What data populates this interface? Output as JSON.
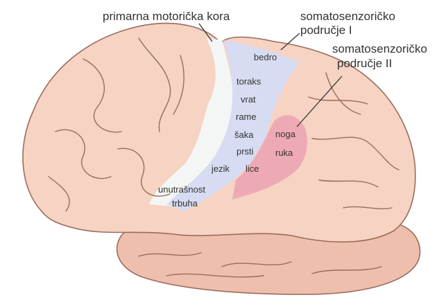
{
  "labels": {
    "primary_motor": "primarna motorička kora",
    "somato_1_line1": "somatosenzoričko",
    "somato_1_line2": "područje I",
    "somato_2_line1": "somatosenzoričko",
    "somato_2_line2": "područje II"
  },
  "body_parts": {
    "bedro": "bedro",
    "toraks": "toraks",
    "vrat": "vrat",
    "rame": "rame",
    "saka": "šaka",
    "prsti": "prsti",
    "jezik": "jezik",
    "lice": "lice",
    "noga": "noga",
    "ruka": "ruka",
    "unutrasnost": "unutrašnost",
    "trbuha": "trbuha"
  },
  "colors": {
    "brain": "#f6d3c3",
    "brain_stroke": "#9a6b5c",
    "cerebellum": "#efbfae",
    "motor_strip": "#f3f6f4",
    "somato_1": "#d7dcf2",
    "somato_2": "#eeaab4",
    "leader_line": "#333333"
  }
}
